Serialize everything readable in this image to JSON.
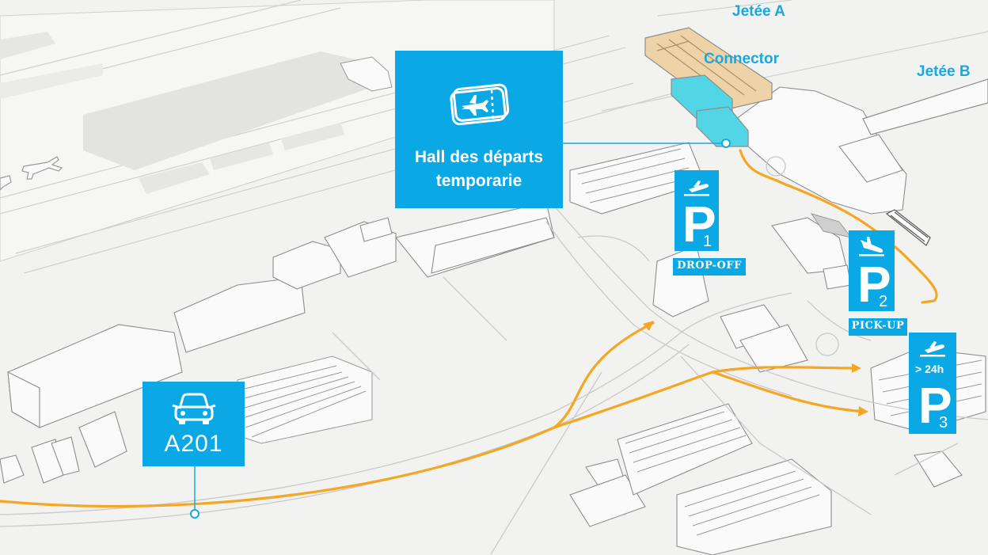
{
  "labels": {
    "jetee_a": "Jetée A",
    "connector": "Connector",
    "jetee_b": "Jetée B"
  },
  "hall": {
    "line1": "Hall des départs",
    "line2": "temporarie",
    "icon": "boarding-pass-plane-icon"
  },
  "a201": {
    "label": "A201",
    "icon": "car-icon"
  },
  "parkings": [
    {
      "letter": "P",
      "number": "1",
      "tag": "DROP-OFF",
      "icon": "plane-takeoff-icon"
    },
    {
      "letter": "P",
      "number": "2",
      "tag": "PICK-UP",
      "icon": "plane-landing-icon"
    },
    {
      "letter": "P",
      "number": "3",
      "note": "> 24h",
      "icon": "plane-takeoff-icon"
    }
  ],
  "colors": {
    "accent_blue": "#0aa9e6",
    "route_orange": "#f5a623",
    "terminal_cyan": "#52d6e6",
    "pier_tan": "#efd3a8",
    "background": "#f2f2f1"
  }
}
